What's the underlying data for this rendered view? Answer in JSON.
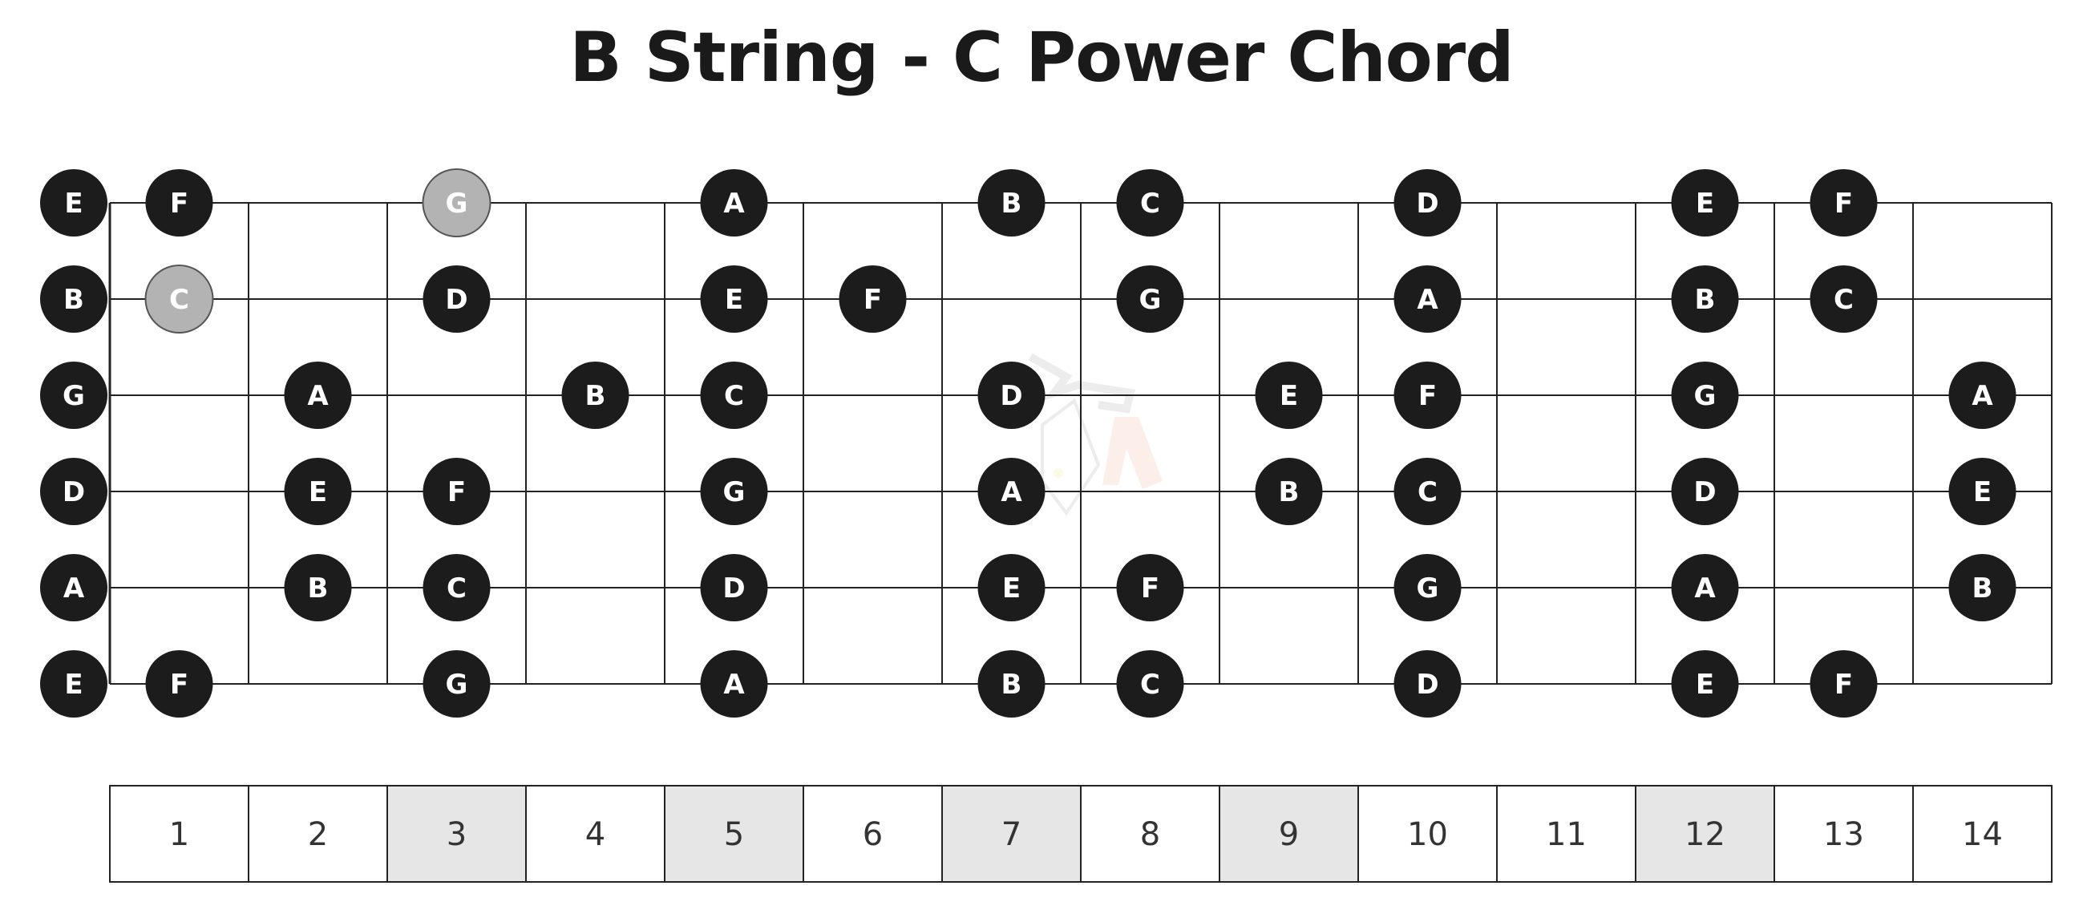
{
  "title": "B String - C Power Chord",
  "fret_count": 14,
  "open_notes": [
    "E",
    "B",
    "G",
    "D",
    "A",
    "E"
  ],
  "strings": [
    {
      "open": "E",
      "notes": [
        {
          "fret": 1,
          "label": "F"
        },
        {
          "fret": 3,
          "label": "G",
          "highlight": true
        },
        {
          "fret": 5,
          "label": "A"
        },
        {
          "fret": 7,
          "label": "B"
        },
        {
          "fret": 8,
          "label": "C"
        },
        {
          "fret": 10,
          "label": "D"
        },
        {
          "fret": 12,
          "label": "E"
        },
        {
          "fret": 13,
          "label": "F"
        }
      ]
    },
    {
      "open": "B",
      "notes": [
        {
          "fret": 1,
          "label": "C",
          "highlight": true
        },
        {
          "fret": 3,
          "label": "D"
        },
        {
          "fret": 5,
          "label": "E"
        },
        {
          "fret": 6,
          "label": "F"
        },
        {
          "fret": 8,
          "label": "G"
        },
        {
          "fret": 10,
          "label": "A"
        },
        {
          "fret": 12,
          "label": "B"
        },
        {
          "fret": 13,
          "label": "C"
        }
      ]
    },
    {
      "open": "G",
      "notes": [
        {
          "fret": 2,
          "label": "A"
        },
        {
          "fret": 4,
          "label": "B"
        },
        {
          "fret": 5,
          "label": "C"
        },
        {
          "fret": 7,
          "label": "D"
        },
        {
          "fret": 9,
          "label": "E"
        },
        {
          "fret": 10,
          "label": "F"
        },
        {
          "fret": 12,
          "label": "G"
        },
        {
          "fret": 14,
          "label": "A"
        }
      ]
    },
    {
      "open": "D",
      "notes": [
        {
          "fret": 2,
          "label": "E"
        },
        {
          "fret": 3,
          "label": "F"
        },
        {
          "fret": 5,
          "label": "G"
        },
        {
          "fret": 7,
          "label": "A"
        },
        {
          "fret": 9,
          "label": "B"
        },
        {
          "fret": 10,
          "label": "C"
        },
        {
          "fret": 12,
          "label": "D"
        },
        {
          "fret": 14,
          "label": "E"
        }
      ]
    },
    {
      "open": "A",
      "notes": [
        {
          "fret": 2,
          "label": "B"
        },
        {
          "fret": 3,
          "label": "C"
        },
        {
          "fret": 5,
          "label": "D"
        },
        {
          "fret": 7,
          "label": "E"
        },
        {
          "fret": 8,
          "label": "F"
        },
        {
          "fret": 10,
          "label": "G"
        },
        {
          "fret": 12,
          "label": "A"
        },
        {
          "fret": 14,
          "label": "B"
        }
      ]
    },
    {
      "open": "E",
      "notes": [
        {
          "fret": 1,
          "label": "F"
        },
        {
          "fret": 3,
          "label": "G"
        },
        {
          "fret": 5,
          "label": "A"
        },
        {
          "fret": 7,
          "label": "B"
        },
        {
          "fret": 8,
          "label": "C"
        },
        {
          "fret": 10,
          "label": "D"
        },
        {
          "fret": 12,
          "label": "E"
        },
        {
          "fret": 13,
          "label": "F"
        }
      ]
    }
  ],
  "fret_numbers": [
    "1",
    "2",
    "3",
    "4",
    "5",
    "6",
    "7",
    "8",
    "9",
    "10",
    "11",
    "12",
    "13",
    "14"
  ],
  "marker_frets": [
    3,
    5,
    7,
    9,
    12
  ],
  "colors": {
    "note_fill": "#1c1c1c",
    "note_text": "#ffffff",
    "highlight_fill": "#b3b3b3",
    "highlight_stroke": "#555555",
    "line": "#222222",
    "marker_cell": "#e6e6e6"
  }
}
